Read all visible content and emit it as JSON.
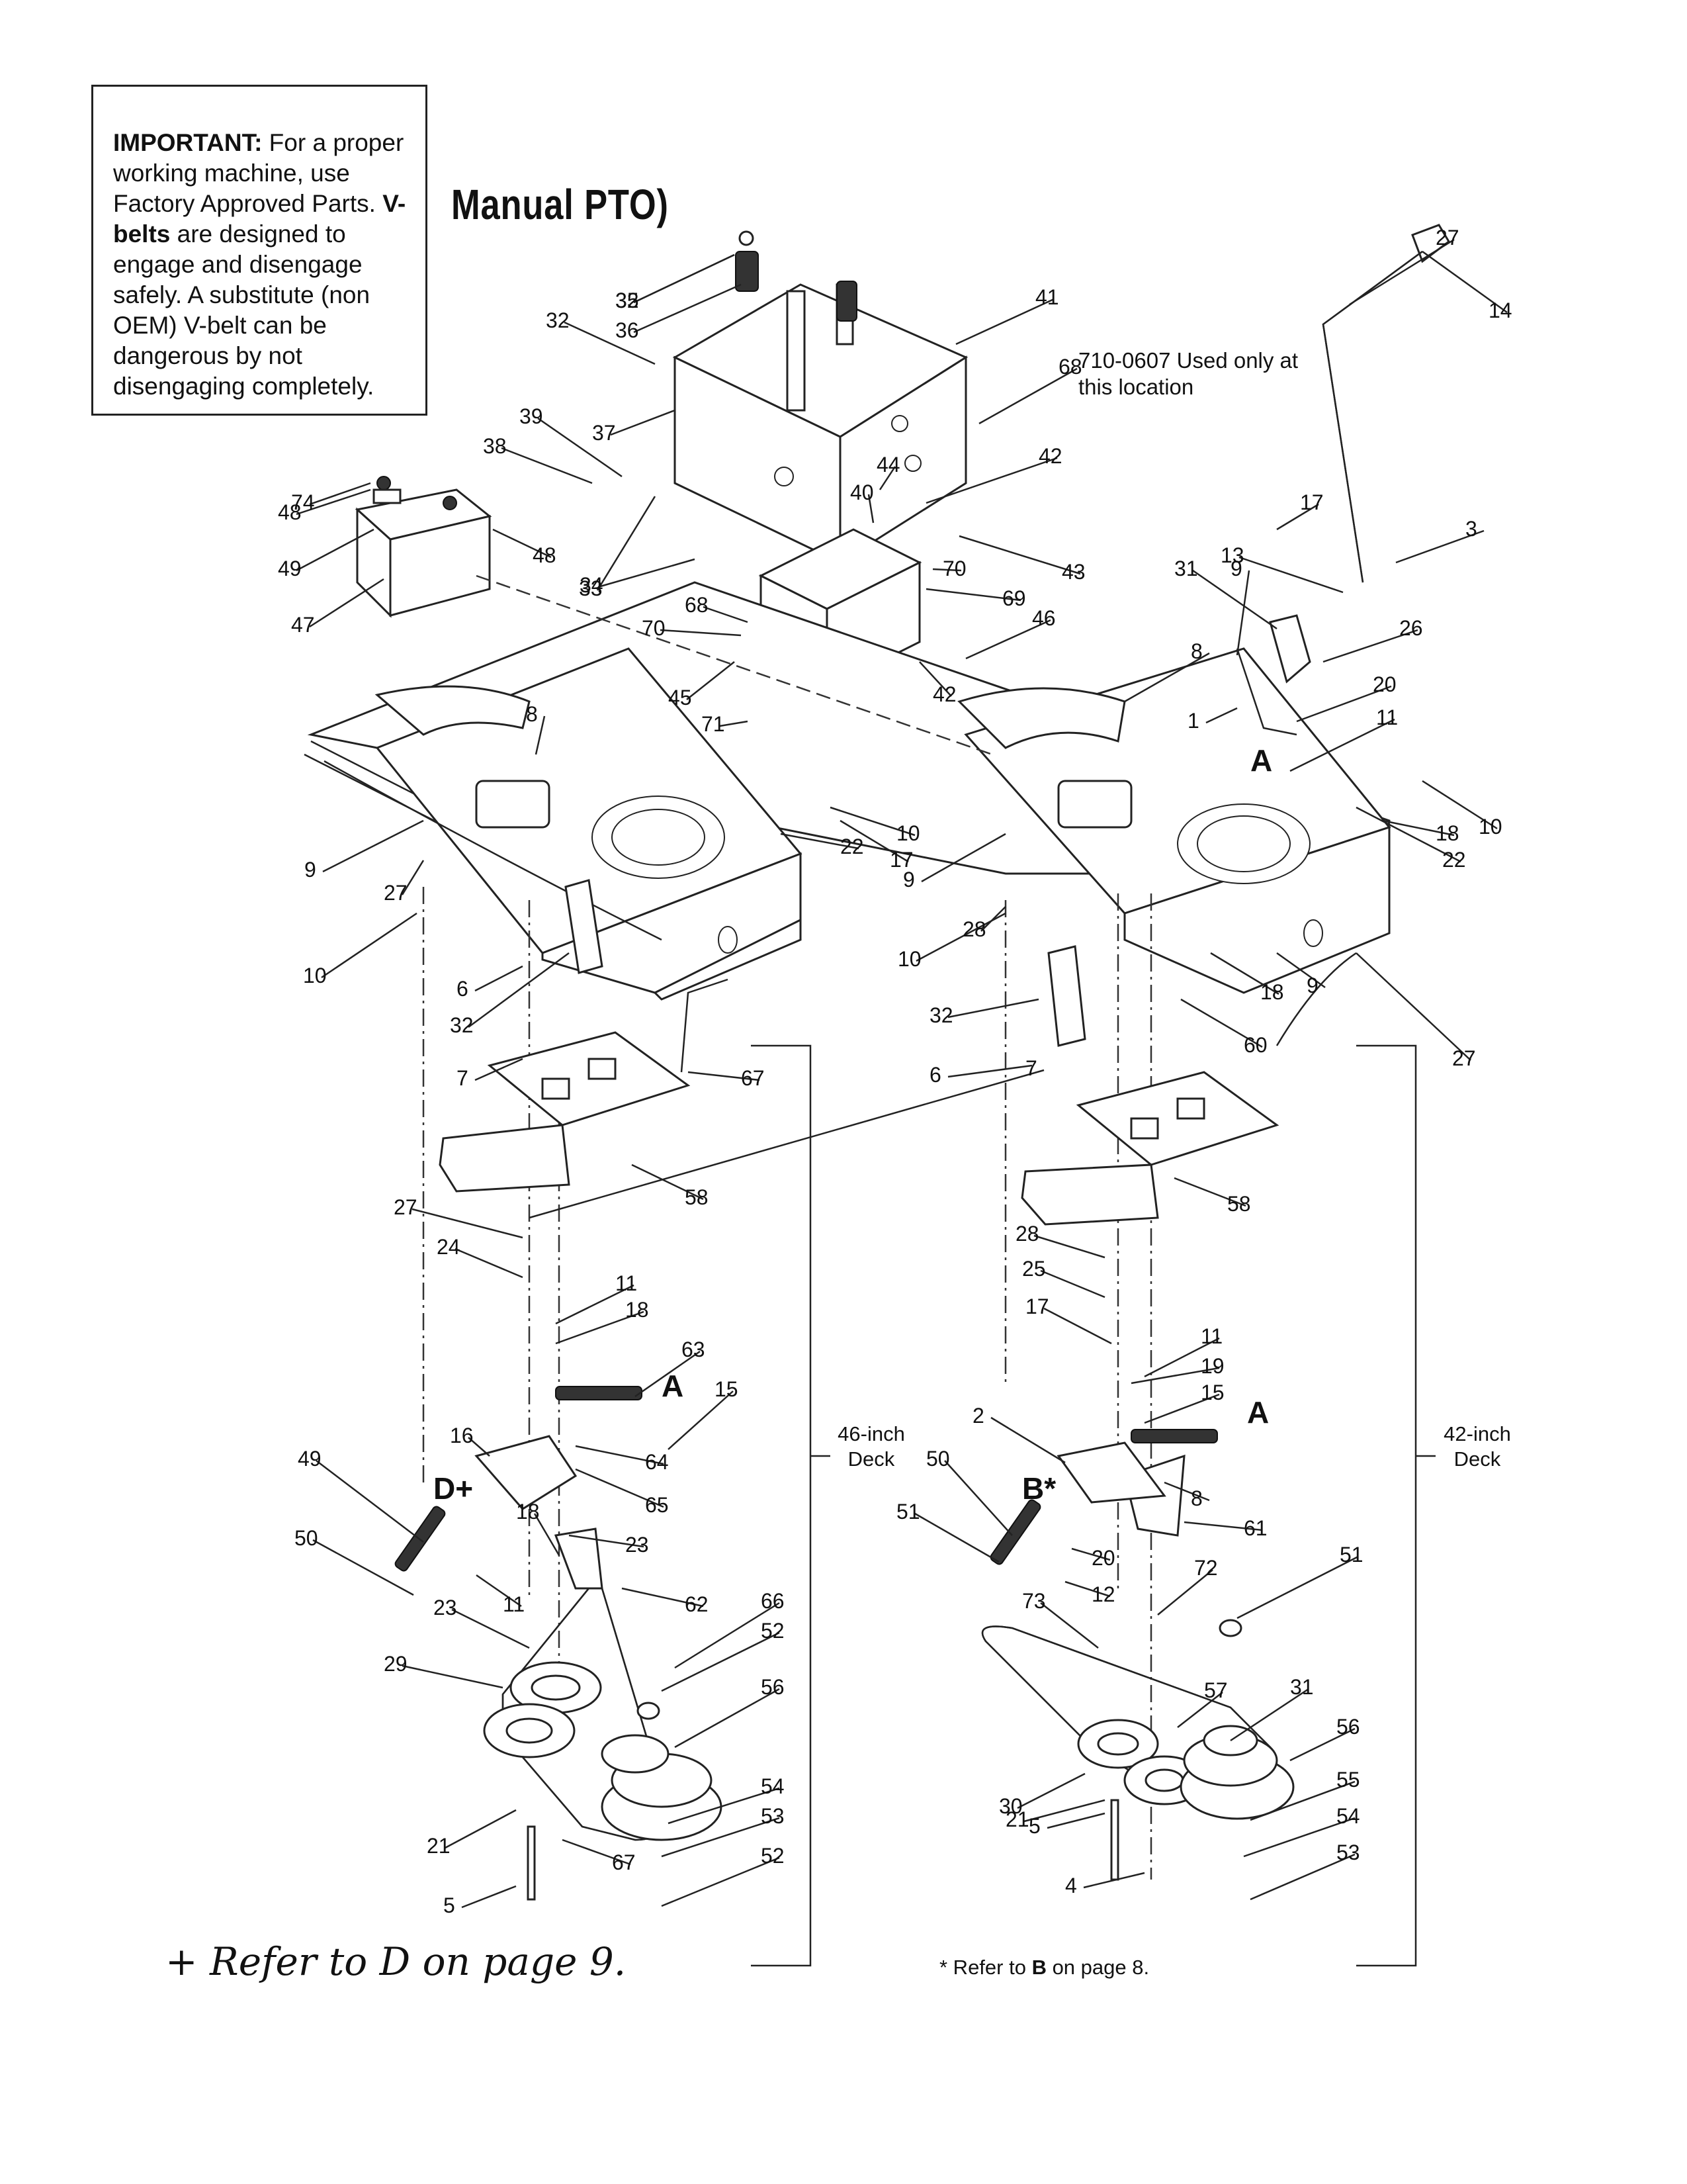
{
  "notice": {
    "important_label": "IMPORTANT:",
    "important_text": " For a proper working machine, use Factory Approved Parts.",
    "vbelts_label": "V-belts",
    "vbelts_text": " are designed to engage and disengage safely. A substitute (non OEM) V-belt can be dangerous by not disengaging completely."
  },
  "title": "Manual PTO)",
  "note_710": "710-0607 Used only at this location",
  "deck_46": "46-inch Deck",
  "deck_42": "42-inch Deck",
  "ref_d": "+ Refer to D on page 9.",
  "ref_b": "* Refer to B on page 8.",
  "ref_b_prefix": "* Refer to ",
  "ref_b_letter": "B",
  "ref_b_suffix": " on page 8.",
  "letter_marks": [
    "A",
    "A",
    "A",
    "D+",
    "B*"
  ],
  "part_labels": [
    "1",
    "2",
    "3",
    "4",
    "5",
    "5",
    "6",
    "6",
    "7",
    "7",
    "8",
    "8",
    "8",
    "9",
    "9",
    "9",
    "9",
    "10",
    "10",
    "10",
    "10",
    "11",
    "11",
    "11",
    "11",
    "12",
    "13",
    "14",
    "15",
    "15",
    "16",
    "17",
    "17",
    "17",
    "18",
    "18",
    "18",
    "18",
    "19",
    "20",
    "20",
    "21",
    "21",
    "22",
    "22",
    "23",
    "23",
    "24",
    "25",
    "26",
    "27",
    "27",
    "27",
    "27",
    "28",
    "28",
    "29",
    "30",
    "31",
    "31",
    "32",
    "32",
    "32",
    "32",
    "33",
    "34",
    "35",
    "36",
    "37",
    "38",
    "39",
    "40",
    "41",
    "42",
    "42",
    "43",
    "44",
    "45",
    "46",
    "47",
    "48",
    "48",
    "49",
    "49",
    "50",
    "50",
    "51",
    "51",
    "52",
    "52",
    "53",
    "53",
    "54",
    "54",
    "55",
    "56",
    "56",
    "57",
    "58",
    "58",
    "60",
    "61",
    "62",
    "63",
    "64",
    "65",
    "66",
    "67",
    "67",
    "68",
    "68",
    "69",
    "70",
    "70",
    "71",
    "72",
    "73",
    "74"
  ]
}
